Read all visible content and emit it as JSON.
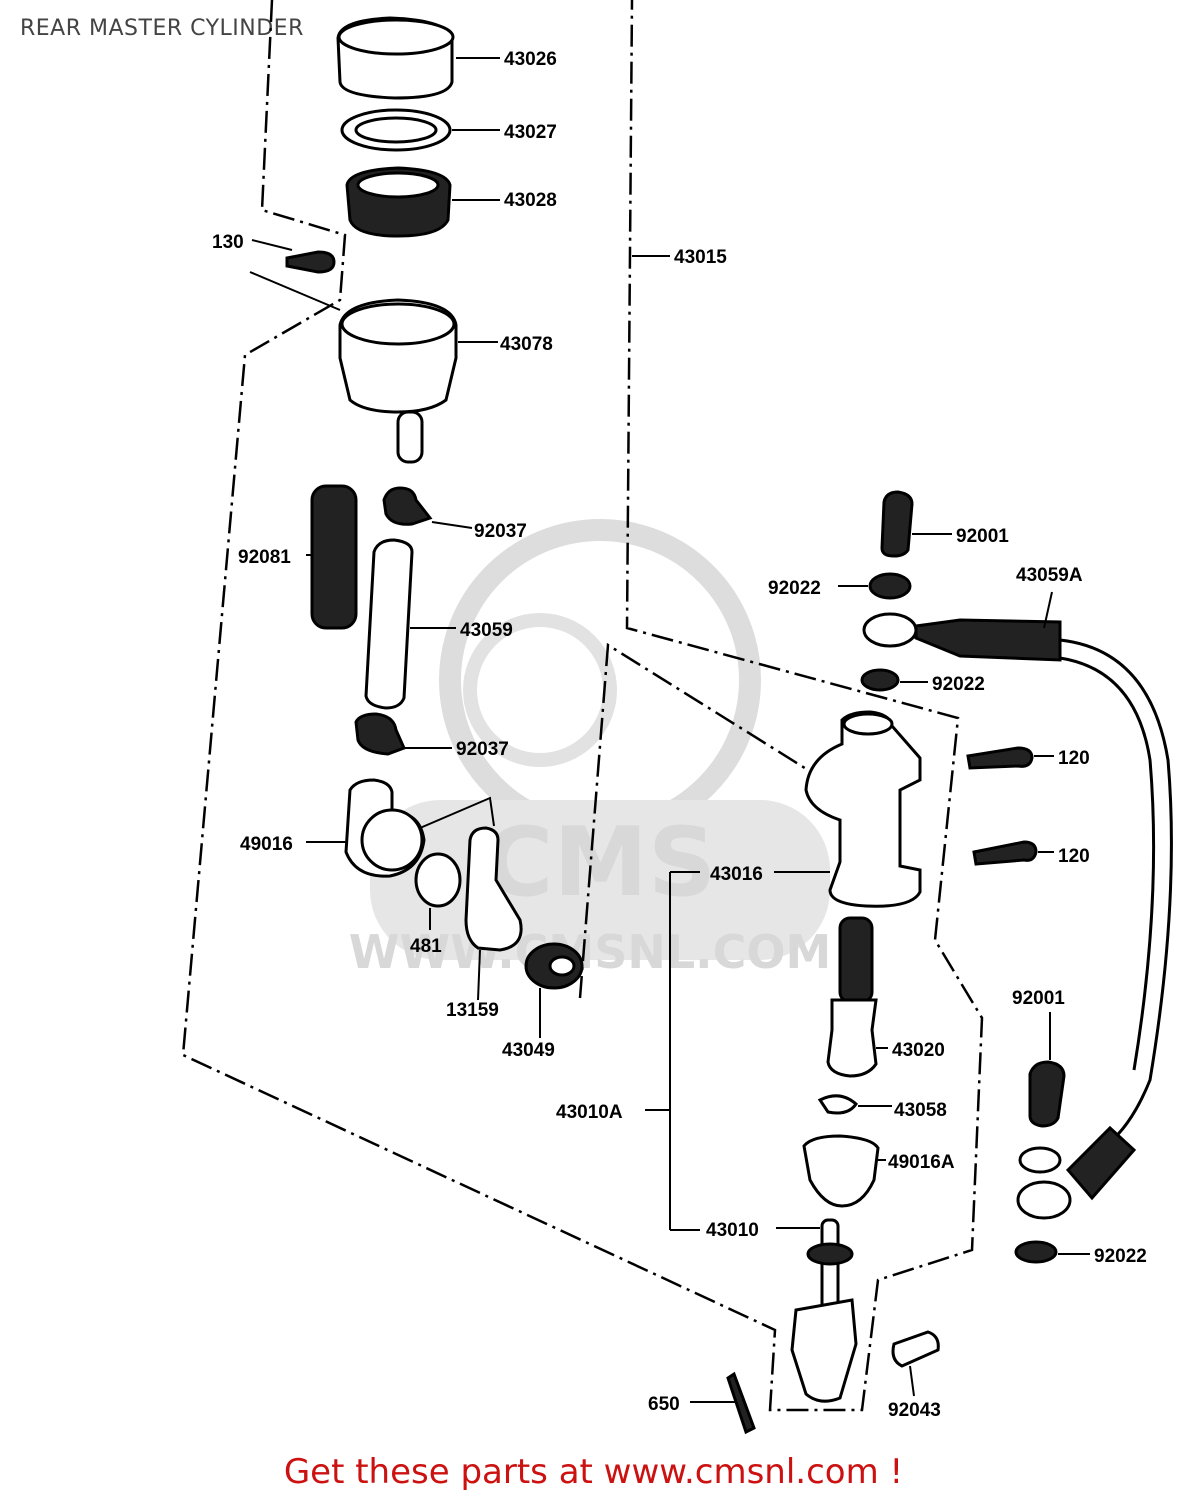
{
  "title": "REAR MASTER CYLINDER",
  "footer": "Get these parts at www.cmsnl.com !",
  "watermark": {
    "logo": "CMS",
    "url": "WWW.CMSNL.COM"
  },
  "colors": {
    "footer": "#cc1111",
    "watermark": "#d8d8d8"
  },
  "parts": [
    {
      "id": "p43026",
      "label": "43026"
    },
    {
      "id": "p43027",
      "label": "43027"
    },
    {
      "id": "p43028",
      "label": "43028"
    },
    {
      "id": "p130",
      "label": "130"
    },
    {
      "id": "p43015",
      "label": "43015"
    },
    {
      "id": "p43078",
      "label": "43078"
    },
    {
      "id": "p92037a",
      "label": "92037"
    },
    {
      "id": "p92081",
      "label": "92081"
    },
    {
      "id": "p43059",
      "label": "43059"
    },
    {
      "id": "p92001a",
      "label": "92001"
    },
    {
      "id": "p92022a",
      "label": "92022"
    },
    {
      "id": "p43059A",
      "label": "43059A"
    },
    {
      "id": "p92022b",
      "label": "92022"
    },
    {
      "id": "p92037b",
      "label": "92037"
    },
    {
      "id": "p120a",
      "label": "120"
    },
    {
      "id": "p49016",
      "label": "49016"
    },
    {
      "id": "p120b",
      "label": "120"
    },
    {
      "id": "p43016",
      "label": "43016"
    },
    {
      "id": "p481",
      "label": "481"
    },
    {
      "id": "p13159",
      "label": "13159"
    },
    {
      "id": "p43049",
      "label": "43049"
    },
    {
      "id": "p92001b",
      "label": "92001"
    },
    {
      "id": "p43020",
      "label": "43020"
    },
    {
      "id": "p43010A",
      "label": "43010A"
    },
    {
      "id": "p43058",
      "label": "43058"
    },
    {
      "id": "p49016A",
      "label": "49016A"
    },
    {
      "id": "p43010",
      "label": "43010"
    },
    {
      "id": "p92022c",
      "label": "92022"
    },
    {
      "id": "p650",
      "label": "650"
    },
    {
      "id": "p92043",
      "label": "92043"
    }
  ]
}
